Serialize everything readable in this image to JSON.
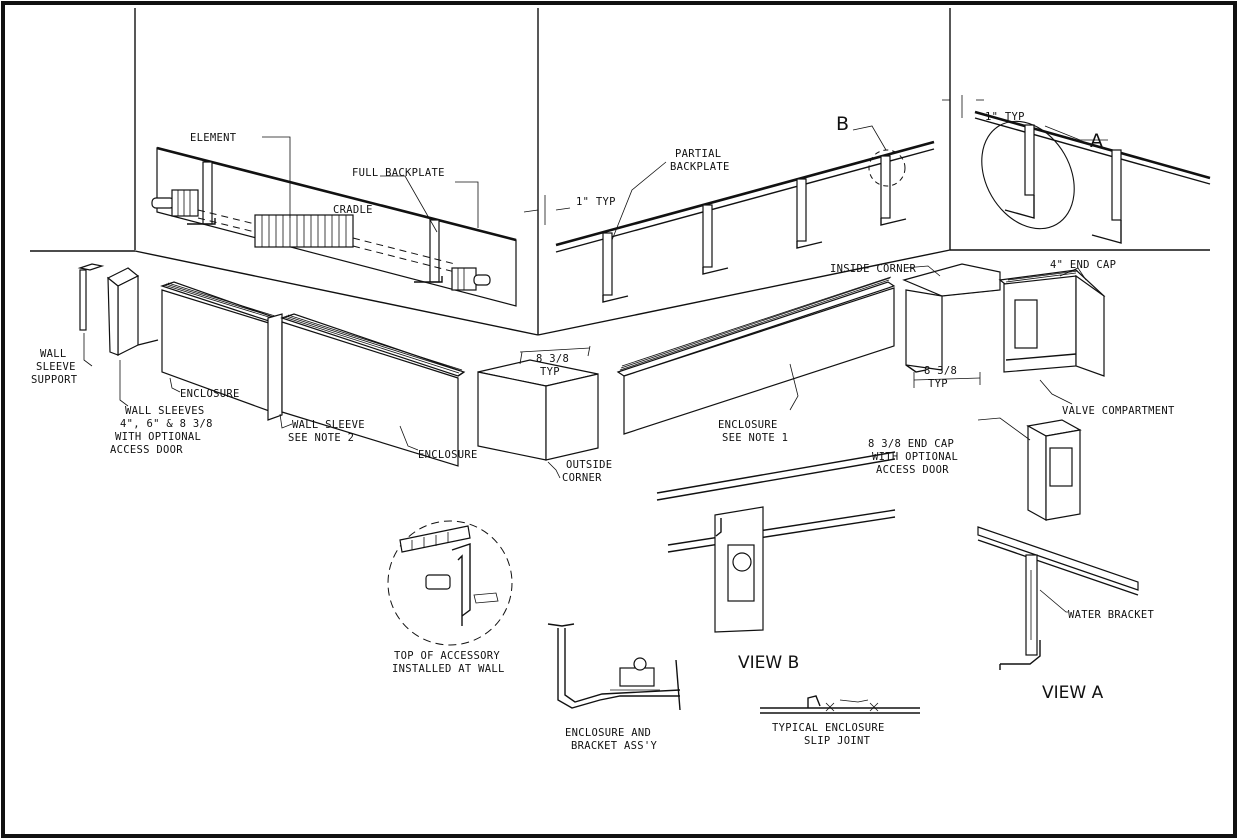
{
  "labels": {
    "element": "ELEMENT",
    "full_backplate": "FULL BACKPLATE",
    "cradle": "CRADLE",
    "wall_sleeve_support": [
      "WALL",
      "SLEEVE",
      "SUPPORT"
    ],
    "wall_sleeves": [
      "WALL SLEEVES",
      "4\", 6\" & 8 3/8",
      "WITH OPTIONAL",
      "ACCESS DOOR"
    ],
    "enclosure_left": "ENCLOSURE",
    "wall_sleeve_note": [
      "WALL SLEEVE",
      "SEE NOTE 2"
    ],
    "enclosure_right": "ENCLOSURE",
    "outside_corner": [
      "OUTSIDE",
      "CORNER"
    ],
    "dim_outside": [
      "8 3/8",
      "TYP"
    ],
    "enclosure_note": [
      "ENCLOSURE",
      "SEE NOTE 1"
    ],
    "partial_backplate": [
      "PARTIAL",
      "BACKPLATE"
    ],
    "typ_1_mid": "1\" TYP",
    "b_marker": "B",
    "typ_1_right": "1\" TYP",
    "a_marker": "A",
    "inside_corner": "INSIDE CORNER",
    "end_cap_4": "4\" END CAP",
    "dim_inside": [
      "8 3/8",
      "TYP"
    ],
    "valve_compartment": "VALVE COMPARTMENT",
    "end_cap_8": [
      "8 3/8 END CAP",
      "WITH OPTIONAL",
      "ACCESS DOOR"
    ],
    "water_bracket": "WATER BRACKET",
    "view_a": "VIEW A",
    "view_b": "VIEW B",
    "top_accessory": [
      "TOP OF ACCESSORY",
      "INSTALLED AT WALL"
    ],
    "enclosure_bracket": [
      "ENCLOSURE AND",
      "BRACKET ASS'Y"
    ],
    "slip_joint": [
      "TYPICAL ENCLOSURE",
      "SLIP JOINT"
    ]
  }
}
